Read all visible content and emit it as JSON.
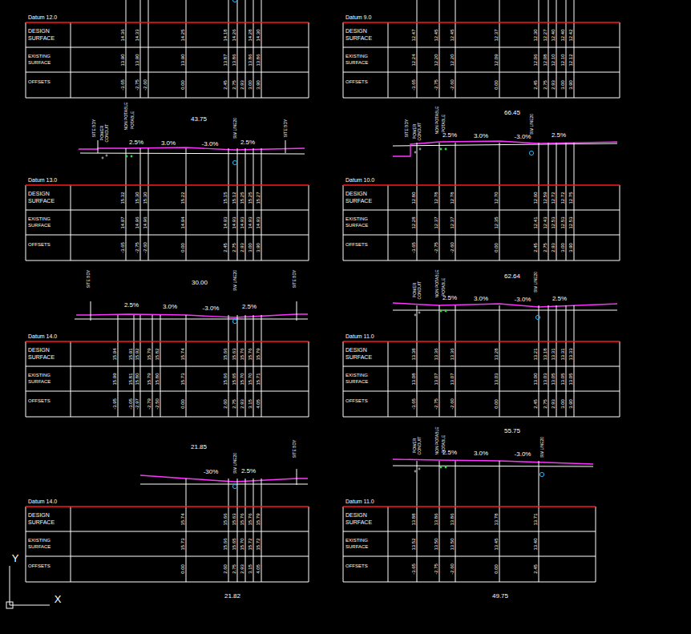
{
  "diagram": {
    "labels": [
      "Datum 12.0",
      "DESIGN SURFACE",
      "EXISTING SURFACE",
      "OFFSETS",
      "14.36",
      "14.33",
      "14.25",
      "14.18",
      "14.26",
      "14.28",
      "14.30",
      "13.90",
      "13.90",
      "13.90",
      "13.87",
      "13.86",
      "13.86",
      "13.86",
      "-3.65",
      "-2.75",
      "-2.60",
      "0.00",
      "2.45",
      "2.75",
      "2.93",
      "3.00",
      "3.90",
      "Datum 9.0",
      "DESIGN SURFACE",
      "EXISTING SURFACE",
      "OFFSETS",
      "12.47",
      "12.45",
      "12.45",
      "12.37",
      "12.30",
      "12.27",
      "12.40",
      "12.40",
      "12.42",
      "12.24",
      "12.20",
      "12.20",
      "12.09",
      "12.06",
      "12.08",
      "12.10",
      "12.10",
      "12.12",
      "-3.65",
      "-2.75",
      "-2.60",
      "0.00",
      "2.45",
      "2.75",
      "2.93",
      "3.00",
      "3.90",
      "43.75",
      "SITE BDY",
      "POWER CONDUIT",
      "NON POTABLE",
      "POTABLE",
      "SW LINE20",
      "SITE BDY",
      "2.5%",
      "3.0%",
      "-3.0%",
      "2.5%",
      "Datum 13.0",
      "DESIGN SURFACE",
      "EXISTING SURFACE",
      "OFFSETS",
      "15.32",
      "15.30",
      "15.30",
      "15.22",
      "15.15",
      "15.12",
      "15.25",
      "15.25",
      "15.27",
      "14.97",
      "14.96",
      "14.96",
      "14.94",
      "14.93",
      "14.93",
      "14.93",
      "14.93",
      "14.93",
      "-3.65",
      "-2.75",
      "-2.60",
      "0.00",
      "2.45",
      "2.75",
      "2.93",
      "3.00",
      "3.90",
      "66.45",
      "SITE BDY",
      "POWER CONDUIT",
      "NON POTABLE",
      "POTABLE",
      "SW LINE20",
      "2.5%",
      "3.0%",
      "-3.0%",
      "2.5%",
      "Datum 10.0",
      "DESIGN SURFACE",
      "EXISTING SURFACE",
      "OFFSETS",
      "12.80",
      "12.78",
      "12.78",
      "12.70",
      "12.60",
      "12.59",
      "12.72",
      "12.72",
      "12.75",
      "12.28",
      "12.37",
      "12.37",
      "12.35",
      "12.41",
      "12.43",
      "12.53",
      "12.53",
      "12.53",
      "-3.65",
      "-2.75",
      "-2.60",
      "0.00",
      "2.45",
      "2.75",
      "2.93",
      "3.00",
      "3.90",
      "30.00",
      "SITE BDY",
      "SW LINE20",
      "SITE BDY",
      "2.5%",
      "3.0%",
      "-3.0%",
      "2.5%",
      "Datum 14.0",
      "DESIGN SURFACE",
      "EXISTING SURFACE",
      "OFFSETS",
      "15.94",
      "15.91",
      "15.92",
      "15.79",
      "15.82",
      "15.74",
      "15.66",
      "15.63",
      "15.76",
      "15.76",
      "15.79",
      "15.99",
      "15.81",
      "15.80",
      "15.79",
      "15.80",
      "15.73",
      "15.66",
      "15.65",
      "15.70",
      "15.70",
      "15.71",
      "-3.95",
      "-3.05",
      "-2.97",
      "-2.79",
      "-2.50",
      "0.00",
      "2.60",
      "2.75",
      "2.93",
      "3.15",
      "4.05",
      "62.64",
      "POWER CONDUIT",
      "NON POTABLE",
      "POTABLE",
      "SW LINE20",
      "2.5%",
      "3.0%",
      "-3.0%",
      "2.5%",
      "Datum 11.0",
      "DESIGN SURFACE",
      "EXISTING SURFACE",
      "OFFSETS",
      "13.38",
      "13.36",
      "13.36",
      "13.28",
      "13.21",
      "13.18",
      "13.31",
      "13.31",
      "13.33",
      "13.08",
      "13.07",
      "13.07",
      "13.03",
      "13.00",
      "13.03",
      "13.05",
      "13.05",
      "13.05",
      "-3.65",
      "-2.75",
      "-2.60",
      "0.00",
      "2.45",
      "2.75",
      "2.93",
      "3.00",
      "3.90",
      "21.85",
      "SW LINE20",
      "SITE BDY",
      "-30%",
      "2.5%",
      "Datum 14.0",
      "DESIGN SURFACE",
      "EXISTING SURFACE",
      "OFFSETS",
      "15.74",
      "15.66",
      "15.63",
      "15.76",
      "15.76",
      "15.79",
      "15.73",
      "15.66",
      "15.65",
      "15.70",
      "15.72",
      "15.72",
      "0.00",
      "2.60",
      "2.75",
      "2.93",
      "3.15",
      "4.05",
      "21.82",
      "55.75",
      "POWER CONDUIT",
      "NON POTABLE",
      "POTABLE",
      "SW LINE20",
      "2.5%",
      "3.0%",
      "-3.0%",
      "Datum 11.0",
      "DESIGN SURFACE",
      "EXISTING SURFACE",
      "OFFSETS",
      "13.88",
      "13.86",
      "13.86",
      "13.78",
      "13.71",
      "13.52",
      "13.50",
      "13.50",
      "13.45",
      "13.40",
      "-3.65",
      "-2.75",
      "-2.60",
      "0.00",
      "2.45",
      "49.75",
      "Y",
      "X"
    ]
  }
}
